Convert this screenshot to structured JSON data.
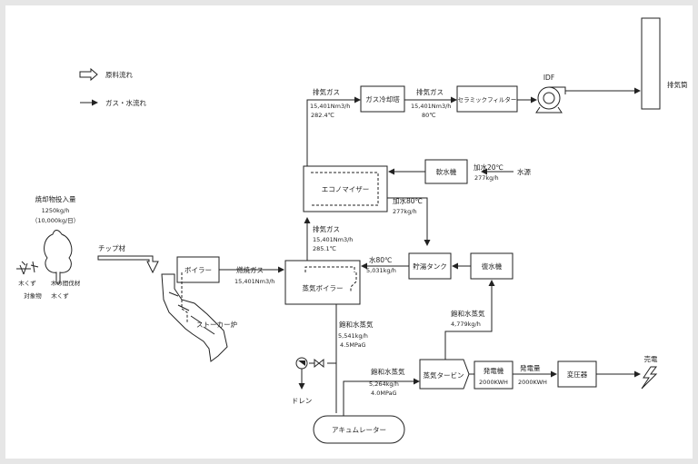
{
  "legend": {
    "material_flow": "原料流れ",
    "gas_water_flow": "ガス・水流れ"
  },
  "input": {
    "title": "焼却物投入量",
    "rate": "1250kg/h",
    "daily": "（10,000kg/日）",
    "wood_chips": "木くず",
    "wood_thinning": "木の間伐材",
    "target": "対象物",
    "target_wood": "木くず",
    "chip": "チップ材"
  },
  "equipment": {
    "boiler": "ボイラー",
    "stoker": "ストーカー炉",
    "steam_boiler": "蒸気ボイラー",
    "economizer": "エコノマイザー",
    "gas_cooler": "ガス冷却塔",
    "ceramic_filter": "セラミックフィルター",
    "idf": "IDF",
    "chimney": "排気筒",
    "soft_water": "軟水機",
    "water_source": "水源",
    "hot_tank": "貯湯タンク",
    "condenser": "復水機",
    "turbine": "蒸気タービン",
    "generator": "発電機",
    "generator_rating": "2000KWH",
    "transformer": "変圧器",
    "accumulator": "アキュムレーター",
    "drain": "ドレン",
    "power_sale": "売電"
  },
  "flows": {
    "fuel_gas_label": "燃焼ガス",
    "fuel_gas_rate": "15,401Nm3/h",
    "exhaust1_label": "排気ガス",
    "exhaust1_rate": "15,401Nm3/h",
    "exhaust1_temp": "285.1℃",
    "exhaust2_label": "排気ガス",
    "exhaust2_rate": "15,401Nm3/h",
    "exhaust2_temp": "282.4℃",
    "exhaust3_label": "排気ガス",
    "exhaust3_rate": "15,401Nm3/h",
    "exhaust3_temp": "80℃",
    "water20_label": "加水20℃",
    "water20_rate": "277kg/h",
    "water80_label": "加水80℃",
    "water80_rate": "277kg/h",
    "hot80_label": "水80℃",
    "hot80_rate": "5,031kg/h",
    "sat_steam1_label": "飽和水蒸気",
    "sat_steam1_rate": "5,541kg/h",
    "sat_steam1_press": "4.5MPaG",
    "sat_steam2_label": "飽和水蒸気",
    "sat_steam2_rate": "5,264kg/h",
    "sat_steam2_press": "4.0MPaG",
    "sat_steam3_label": "飽和水蒸気",
    "sat_steam3_rate": "4,779kg/h",
    "power_label": "発電量",
    "power_value": "2000KWH"
  }
}
